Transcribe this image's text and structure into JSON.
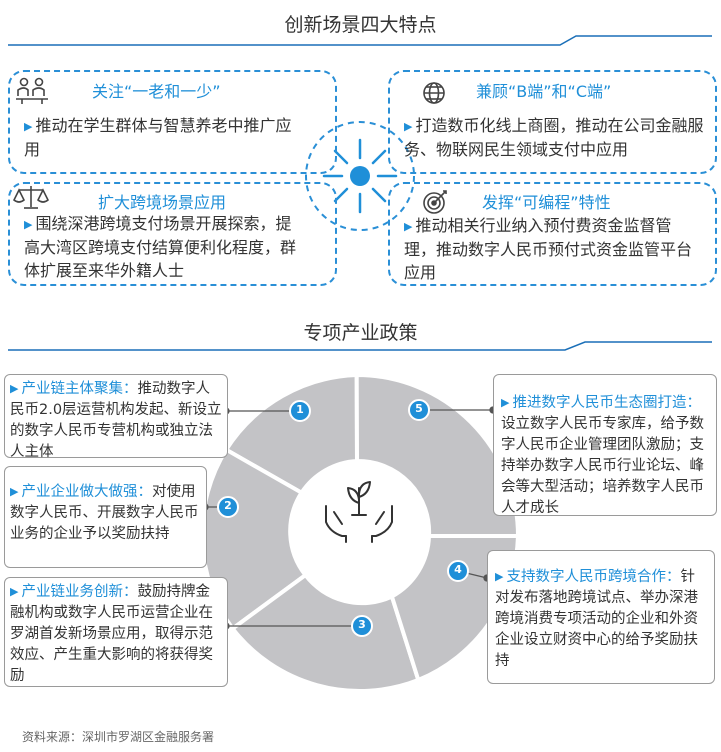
{
  "section1": {
    "title": "创新场景四大特点",
    "features": [
      {
        "icon": "people-meeting-icon",
        "title": "关注“一老和一少”",
        "text": "推动在学生群体与智慧养老中推广应用"
      },
      {
        "icon": "globe-icon",
        "title": "兼顾“B端”和“C端”",
        "text": "打造数币化线上商圈，推动在公司金融服务、物联网民生领域支付中应用"
      },
      {
        "icon": "scales-icon",
        "title": "扩大跨境场景应用",
        "text": "围绕深港跨境支付场景开展探索，提高大湾区跨境支付结算便利化程度，群体扩展至来华外籍人士"
      },
      {
        "icon": "target-icon",
        "title": "发挥“可编程”特性",
        "text": "推动相关行业纳入预付费资金监督管理，推动数字人民币预付式资金监管平台应用"
      }
    ]
  },
  "section2": {
    "title": "专项产业政策",
    "policies": [
      {
        "num": "1",
        "head": "产业链主体聚集：",
        "text": "推动数字人民币2.0层运营机构发起、新设立的数字人民币专营机构或独立法人主体"
      },
      {
        "num": "2",
        "head": "产业企业做大做强：",
        "text": "对使用数字人民币、开展数字人民币业务的企业予以奖励扶持"
      },
      {
        "num": "3",
        "head": "产业链业务创新：",
        "text": "鼓励持牌金融机构或数字人民币运营企业在罗湖首发新场景应用，取得示范效应、产生重大影响的将获得奖励"
      },
      {
        "num": "4",
        "head": "支持数字人民币跨境合作：",
        "text": "针对发布落地跨境试点、举办深港跨境消费专项活动的企业和外资企业设立财资中心的给予奖励扶持"
      },
      {
        "num": "5",
        "head": "推进数字人民币生态圈打造：",
        "text": "设立数字人民币专家库，给予数字人民币企业管理团队激励；支持举办数字人民币行业论坛、峰会等大型活动；培养数字人民币人才成长"
      }
    ]
  },
  "source": "资料来源：深圳市罗湖区金融服务署",
  "colors": {
    "accent": "#1f8fd8",
    "ring": "#c3c3c6",
    "rule": "#1a6fb8"
  }
}
